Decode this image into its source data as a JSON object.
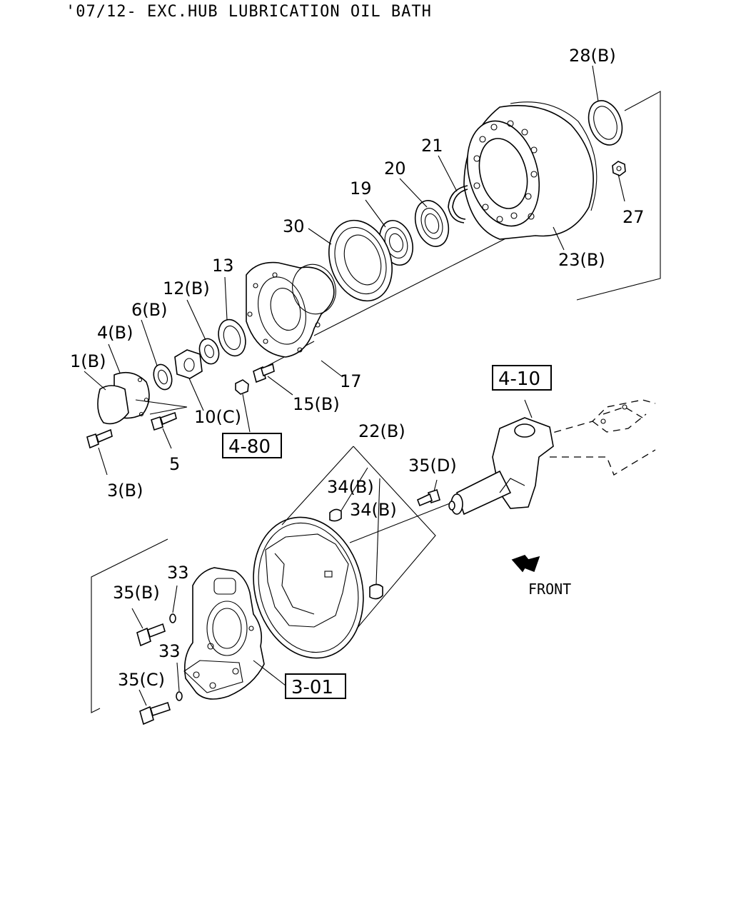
{
  "title": "'07/12- EXC.HUB LUBRICATION OIL BATH",
  "labels": {
    "l28": "28(B)",
    "l21": "21",
    "l20": "20",
    "l19": "19",
    "l30": "30",
    "l27": "27",
    "l23": "23(B)",
    "l13": "13",
    "l12": "12(B)",
    "l6": "6(B)",
    "l4": "4(B)",
    "l1": "1(B)",
    "l17": "17",
    "l15": "15(B)",
    "l10": "10(C)",
    "l5": "5",
    "l3": "3(B)",
    "l22": "22(B)",
    "l35d": "35(D)",
    "l34a": "34(B)",
    "l34b": "34(B)",
    "l33a": "33",
    "l35b": "35(B)",
    "l33b": "33",
    "l35c": "35(C)",
    "front": "FRONT"
  },
  "ref_boxes": {
    "r480": "4-80",
    "r410": "4-10",
    "r301": "3-01"
  }
}
